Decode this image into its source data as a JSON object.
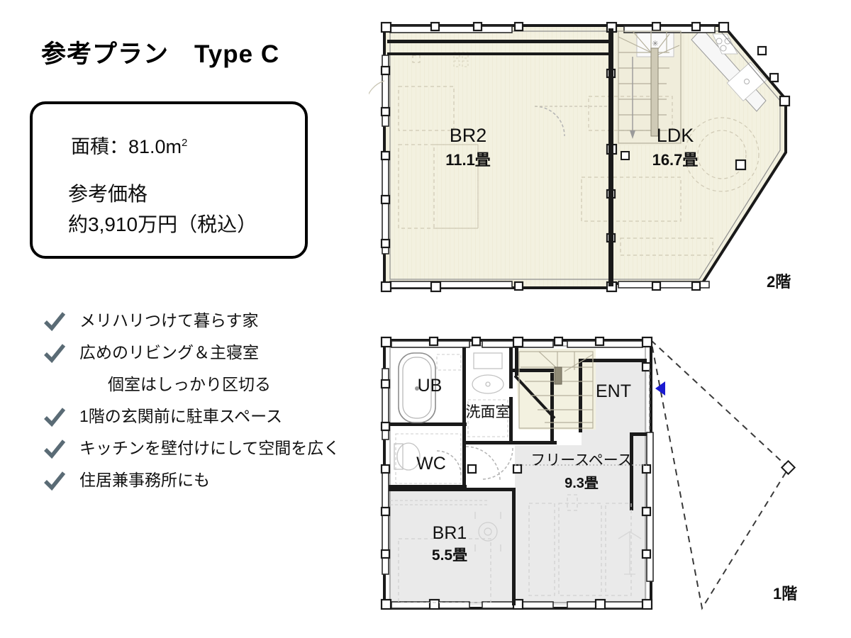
{
  "title": "参考プラン　Type C",
  "info": {
    "area_label": "面積：81.0m",
    "area_sup": "2",
    "price_label": "参考価格",
    "price_value": "約3,910万円（税込）"
  },
  "features": [
    {
      "check": true,
      "text": "メリハリつけて暮らす家"
    },
    {
      "check": true,
      "text": "広めのリビング＆主寝室"
    },
    {
      "check": false,
      "text": "個室はしっかり区切る"
    },
    {
      "check": true,
      "text": "1階の玄関前に駐車スペース"
    },
    {
      "check": true,
      "text": "キッチンを壁付けにして空間を広く"
    },
    {
      "check": true,
      "text": "住居兼事務所にも"
    }
  ],
  "floors": [
    {
      "tag": "2階",
      "rooms": [
        {
          "name": "BR2",
          "size": "11.1畳"
        },
        {
          "name": "LDK",
          "size": "16.7畳"
        }
      ]
    },
    {
      "tag": "1階",
      "rooms": [
        {
          "name": "UB",
          "size": ""
        },
        {
          "name": "洗面室",
          "size": ""
        },
        {
          "name": "WC",
          "size": ""
        },
        {
          "name": "ENT",
          "size": ""
        },
        {
          "name": "フリースペース",
          "size": "9.3畳"
        },
        {
          "name": "BR1",
          "size": "5.5畳"
        }
      ]
    }
  ],
  "colors": {
    "check": "#5a6b75",
    "floor2_fill": "#f3f1e0",
    "floor1_fill": "#eaeaea",
    "stair_fill": "#f3f1e0",
    "wall": "#1a1a1a",
    "entry_marker": "#1a1ad0",
    "outline_dashed": "#3a3a3a"
  }
}
